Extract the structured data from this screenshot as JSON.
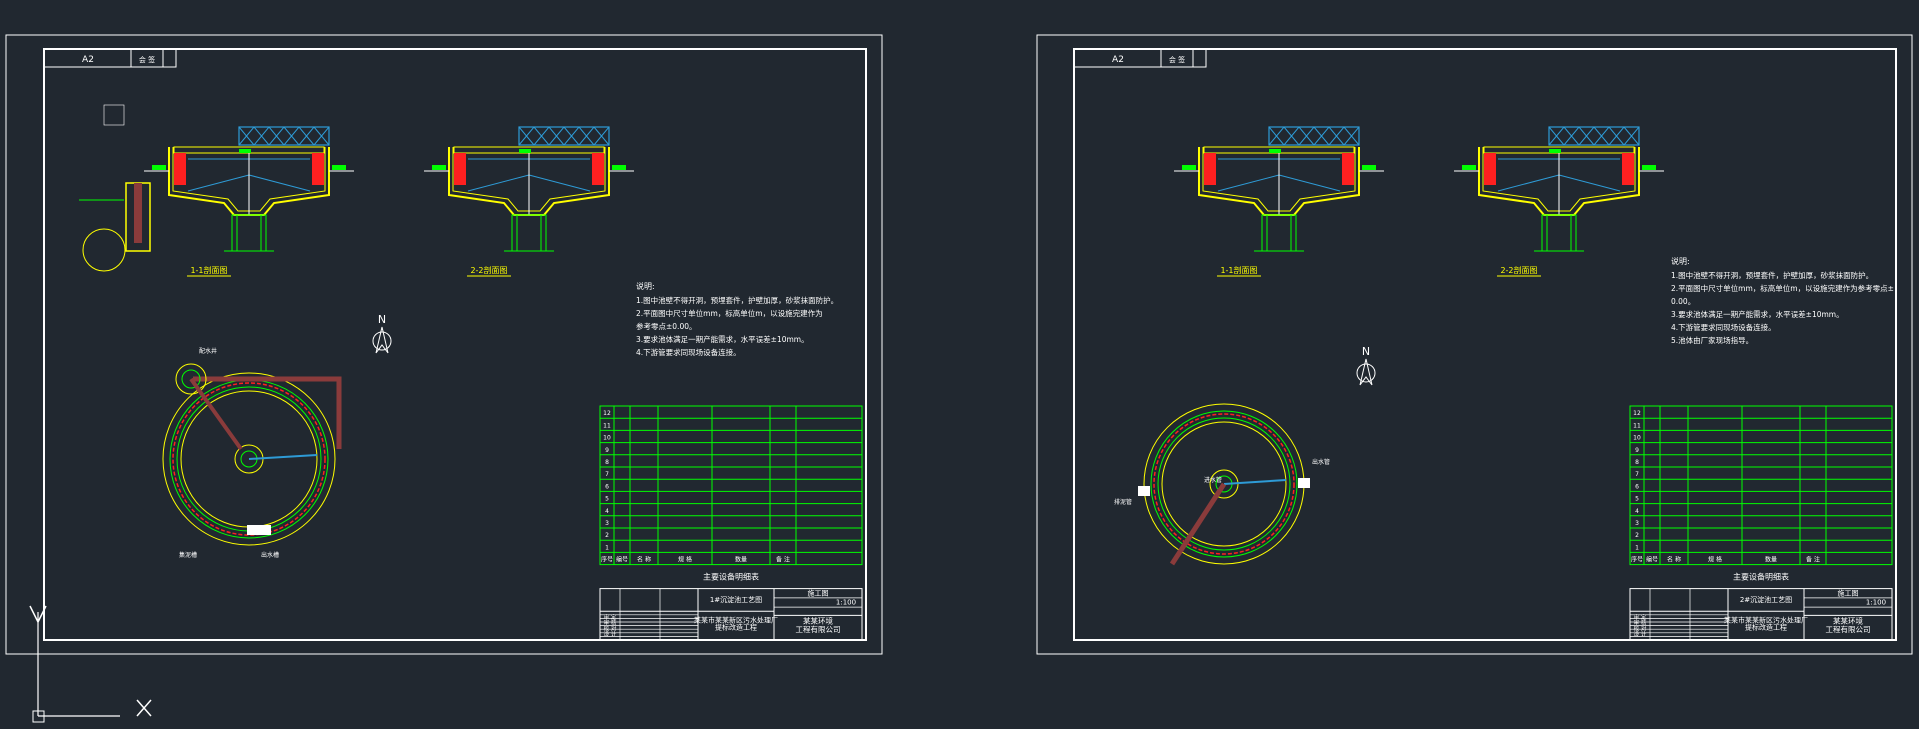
{
  "colors": {
    "background": "#212830",
    "frame": "#ffffff",
    "table": "#00ff00",
    "section": "#ffff00",
    "wall": "#ff2020",
    "truss": "#2e9bd6",
    "text": "#ffffff",
    "pipe": "#8a3b3b"
  },
  "icons": {
    "ucs": "ucs-axis-icon",
    "north": "north-arrow-icon"
  },
  "ucs": {
    "y_label": "Y",
    "x_label": "X"
  },
  "sheets": [
    {
      "tag": "A2",
      "tag_right": "会 签",
      "north": "N",
      "section1_caption": "1-1剖面图",
      "section2_caption": "2-2剖面图",
      "notes_title": "说明:",
      "notes": [
        "1.图中池壁不得开洞，预埋套件，护壁加厚，砂浆抹面防护。",
        "2.平面图中尺寸单位mm，标高单位m，以设施完建作为",
        "参考零点±0.00。",
        "3.要求池体满足一期产能需求，水平误差±10mm。",
        "4.下游管要求同现场设备连接。"
      ],
      "equip_title": "主要设备明细表",
      "table_header": [
        "序号",
        "编号",
        "名 称",
        "规 格",
        "数量",
        "备 注"
      ],
      "row_numbers": [
        "12",
        "11",
        "10",
        "9",
        "8",
        "7",
        "6",
        "5",
        "4",
        "3",
        "2",
        "1"
      ],
      "drawing_name": "1#沉淀池工艺图",
      "project": "某某市某某新区污水处理厂",
      "project2": "提标改造工程",
      "company": "某某环境",
      "company2": "工程有限公司",
      "scale": "1:100",
      "phase": "施工图",
      "sig_rows": [
        "审 定",
        "审 核",
        "校 对",
        "设 计"
      ],
      "plan_labels": [
        "配水井",
        "出水槽",
        "集泥槽"
      ]
    },
    {
      "tag": "A2",
      "tag_right": "会 签",
      "north": "N",
      "section1_caption": "1-1剖面图",
      "section2_caption": "2-2剖面图",
      "notes_title": "说明:",
      "notes": [
        "1.图中池壁不得开洞，预埋套件，护壁加厚，砂浆抹面防护。",
        "2.平面图中尺寸单位mm，标高单位m，以设施完建作为参考零点±",
        "0.00。",
        "3.要求池体满足一期产能需求，水平误差±10mm。",
        "4.下游管要求同现场设备连接。",
        "5.池体由厂家现场指导。"
      ],
      "equip_title": "主要设备明细表",
      "table_header": [
        "序号",
        "编号",
        "名 称",
        "规 格",
        "数量",
        "备 注"
      ],
      "row_numbers": [
        "12",
        "11",
        "10",
        "9",
        "8",
        "7",
        "6",
        "5",
        "4",
        "3",
        "2",
        "1"
      ],
      "drawing_name": "2#沉淀池工艺图",
      "project": "某某市某某新区污水处理厂",
      "project2": "提标改造工程",
      "company": "某某环境",
      "company2": "工程有限公司",
      "scale": "1:100",
      "phase": "施工图",
      "sig_rows": [
        "审 定",
        "审 核",
        "校 对",
        "设 计"
      ],
      "plan_labels": [
        "出水管",
        "排泥管",
        "进水管"
      ]
    }
  ]
}
